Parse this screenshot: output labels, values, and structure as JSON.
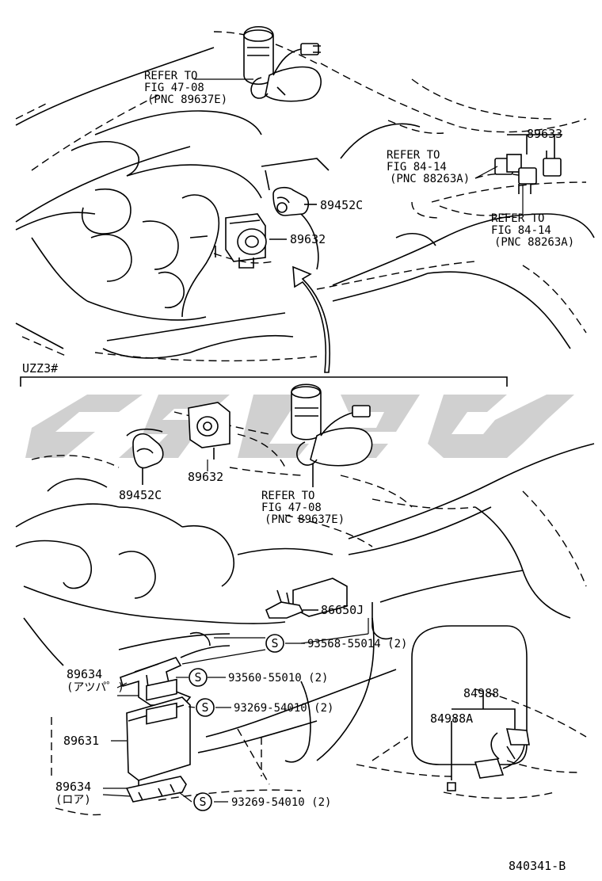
{
  "diagram_code": "840341-B",
  "section_label": "UZZ3#",
  "upper": {
    "refer_relay_1": [
      "REFER TO",
      "FIG 47-08",
      "(PNC 89637E)"
    ],
    "refer_relay_2": [
      "REFER TO",
      "FIG 84-14",
      "(PNC 88263A)"
    ],
    "refer_relay_3": [
      "REFER TO",
      "FIG 84-14",
      "(PNC 88263A)"
    ],
    "part_89633": "89633",
    "part_89452c": "89452C",
    "part_89632": "89632"
  },
  "lower": {
    "part_89452c": "89452C",
    "part_89632": "89632",
    "refer_relay": [
      "REFER TO",
      "FIG 47-08",
      "(PNC 89637E)"
    ],
    "part_86650j": "86650J",
    "screw_1": "93568-55014 (2)",
    "screw_2": "93560-55010 (2)",
    "screw_3": "93269-54010 (2)",
    "screw_4": "93269-54010 (2)",
    "screw_symbol": "S",
    "part_89634_upper": "89634",
    "part_89634_upper_note": "(アツパ゜)",
    "part_89631": "89631",
    "part_89634_lower": "89634",
    "part_89634_lower_note": "(ロア)",
    "part_84988": "84988",
    "part_84988a": "84988A"
  }
}
